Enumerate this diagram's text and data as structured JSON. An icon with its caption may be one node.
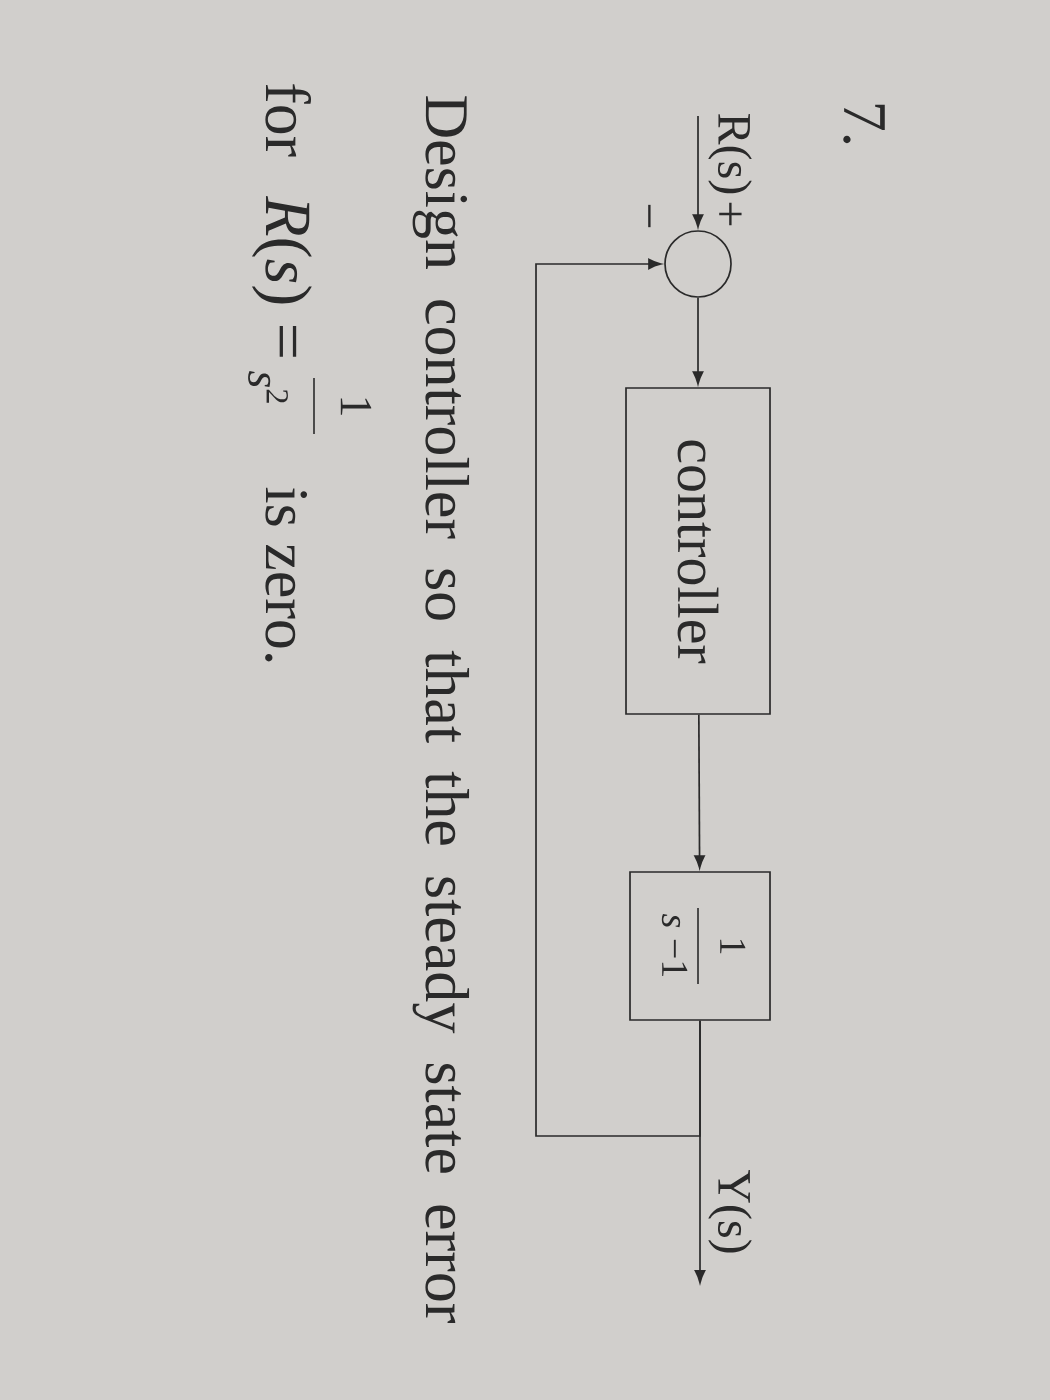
{
  "diagram": {
    "nodes": [
      {
        "text": [],
        "shape": "circle",
        "beside": [
          "+",
          "−"
        ]
      },
      {
        "text": [
          "controller"
        ]
      },
      {
        "text": [
          "1",
          "*s* −1"
        ]
      }
    ],
    "edges": [
      {
        "from": null,
        "to": 0,
        "arrow": "to",
        "label": "R(s)"
      },
      {
        "from": 0,
        "to": 1,
        "arrow": "to"
      },
      {
        "from": 1,
        "to": 2,
        "arrow": "to"
      },
      {
        "from": 2,
        "to": null,
        "arrow": "to",
        "label": "Y(s)"
      },
      {
        "from": 2,
        "to": 0,
        "arrow": "to"
      }
    ],
    "labels": [
      "7.",
      "Design controller so that the steady state error",
      "for",
      "*R*(*s*) =",
      "1",
      "*s*$^{2}$",
      "is zero."
    ]
  }
}
